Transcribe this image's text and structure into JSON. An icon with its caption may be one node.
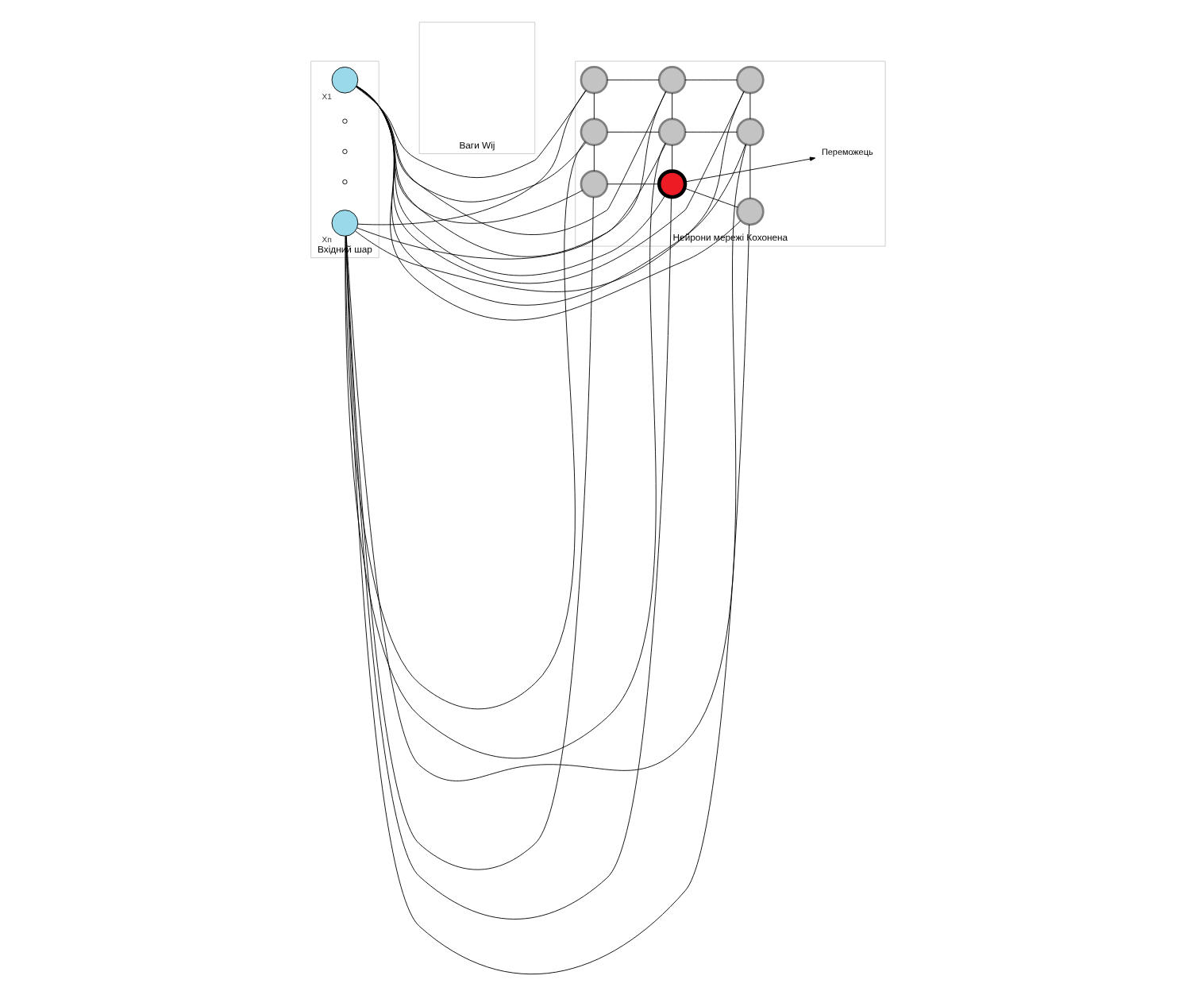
{
  "diagram": {
    "nodes": [
      {
        "text": [
          "Вхідний шар"
        ]
      },
      {
        "text": [],
        "shape": "circle",
        "beside": [
          "X1"
        ],
        "in": 0
      },
      {
        "text": [],
        "shape": "circle",
        "in": 0
      },
      {
        "text": [],
        "shape": "circle",
        "in": 0
      },
      {
        "text": [],
        "shape": "circle",
        "in": 0
      },
      {
        "text": [],
        "shape": "circle",
        "beside": [
          "Xn"
        ],
        "in": 0
      },
      {
        "text": [
          "Ваги Wij"
        ]
      },
      {
        "text": [
          "Нейрони мережі Кохонена"
        ]
      },
      {
        "text": [],
        "shape": "circle",
        "in": 7
      },
      {
        "text": [],
        "shape": "circle",
        "in": 7
      },
      {
        "text": [],
        "shape": "circle",
        "in": 7
      },
      {
        "text": [],
        "shape": "circle",
        "in": 7
      },
      {
        "text": [],
        "shape": "circle",
        "in": 7
      },
      {
        "text": [],
        "shape": "circle",
        "in": 7
      },
      {
        "text": [],
        "shape": "circle",
        "in": 7
      },
      {
        "text": [],
        "shape": "circle",
        "in": 7
      },
      {
        "text": [],
        "shape": "circle",
        "in": 7
      },
      {
        "text": [
          "Переможець"
        ],
        "in": 7
      }
    ],
    "edges": [
      {
        "from": 1,
        "to": 8,
        "arrow": "none"
      },
      {
        "from": 1,
        "to": 9,
        "arrow": "none"
      },
      {
        "from": 1,
        "to": 10,
        "arrow": "none"
      },
      {
        "from": 1,
        "to": 11,
        "arrow": "none"
      },
      {
        "from": 1,
        "to": 12,
        "arrow": "none"
      },
      {
        "from": 1,
        "to": 13,
        "arrow": "none"
      },
      {
        "from": 1,
        "to": 14,
        "arrow": "none"
      },
      {
        "from": 1,
        "to": 15,
        "arrow": "none"
      },
      {
        "from": 1,
        "to": 16,
        "arrow": "none"
      },
      {
        "from": 5,
        "to": 8,
        "arrow": "none"
      },
      {
        "from": 5,
        "to": 9,
        "arrow": "none"
      },
      {
        "from": 5,
        "to": 10,
        "arrow": "none"
      },
      {
        "from": 5,
        "to": 11,
        "arrow": "none"
      },
      {
        "from": 5,
        "to": 12,
        "arrow": "none"
      },
      {
        "from": 5,
        "to": 13,
        "arrow": "none"
      },
      {
        "from": 5,
        "to": 14,
        "arrow": "none"
      },
      {
        "from": 5,
        "to": 15,
        "arrow": "none"
      },
      {
        "from": 5,
        "to": 16,
        "arrow": "none"
      },
      {
        "from": 8,
        "to": 9,
        "arrow": "none"
      },
      {
        "from": 9,
        "to": 10,
        "arrow": "none"
      },
      {
        "from": 11,
        "to": 12,
        "arrow": "none"
      },
      {
        "from": 12,
        "to": 13,
        "arrow": "none"
      },
      {
        "from": 14,
        "to": 15,
        "arrow": "none"
      },
      {
        "from": 15,
        "to": 16,
        "arrow": "none"
      },
      {
        "from": 8,
        "to": 11,
        "arrow": "none"
      },
      {
        "from": 11,
        "to": 14,
        "arrow": "none"
      },
      {
        "from": 9,
        "to": 12,
        "arrow": "none"
      },
      {
        "from": 12,
        "to": 15,
        "arrow": "none"
      },
      {
        "from": 10,
        "to": 13,
        "arrow": "none"
      },
      {
        "from": 13,
        "to": 16,
        "arrow": "none"
      },
      {
        "from": 15,
        "to": 17,
        "arrow": "to"
      }
    ]
  }
}
